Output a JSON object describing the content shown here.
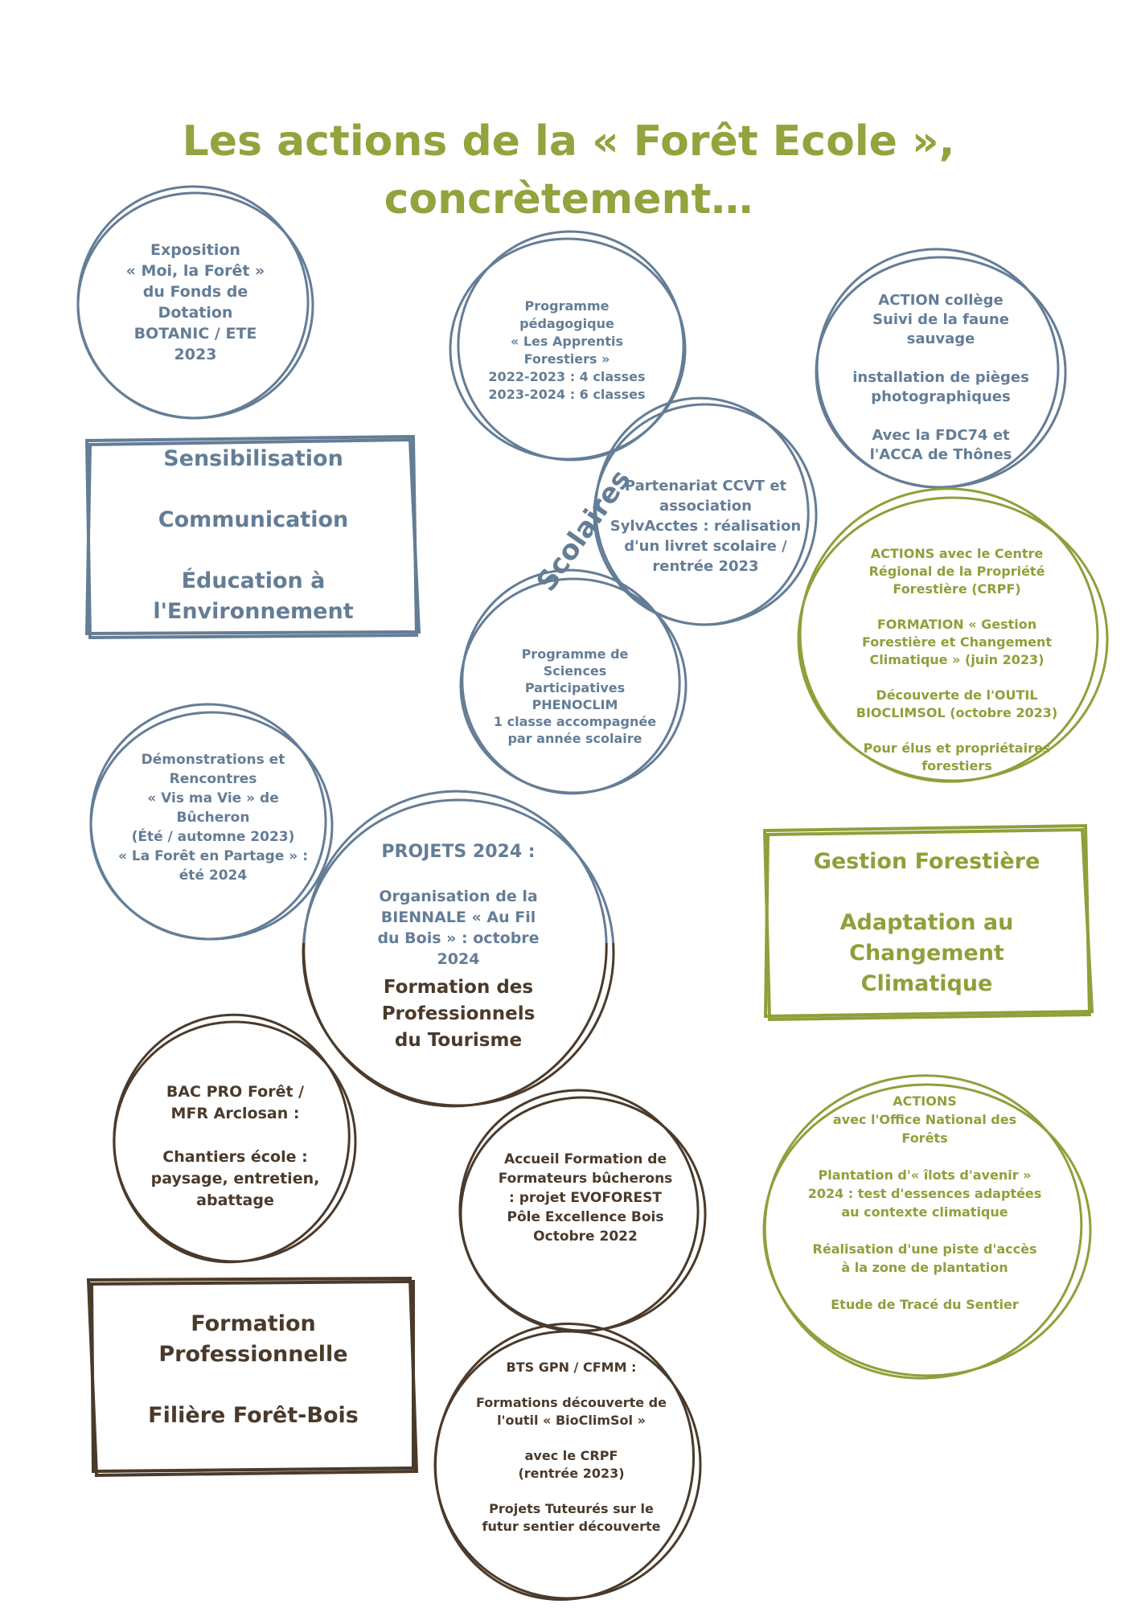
{
  "title": "Les actions de la « Forêt Ecole »,\nconcrètement…",
  "colors": {
    "blue": "#647d96",
    "brown": "#4a3a2b",
    "green": "#8ea03a"
  },
  "scolaires_label": "Scolaires",
  "bubbles": {
    "exposition": "Exposition\n« Moi, la Forêt »\ndu Fonds de\nDotation\nBOTANIC / ETE\n2023",
    "apprentis": "Programme\npédagogique\n« Les Apprentis\nForestiers »\n2022-2023 : 4 classes\n2023-2024 : 6 classes",
    "college": "ACTION collège\nSuivi de la faune\nsauvage\n\ninstallation de pièges\nphotographiques\n\nAvec la FDC74 et\nl'ACCA de Thônes",
    "ccvt": "Partenariat CCVT et\nassociation\nSylvAcctes : réalisation\nd'un livret scolaire /\nrentrée 2023",
    "crpf": "ACTIONS avec le Centre\nRégional de la Propriété\nForestière (CRPF)\n\nFORMATION « Gestion\nForestière et Changement\nClimatique » (juin 2023)\n\nDécouverte de l'OUTIL\nBIOCLIMSOL (octobre 2023)\n\nPour élus et propriétaires\nforestiers",
    "phenoclim": "Programme de\nSciences\nParticipatives\nPHENOCLIM\n1 classe accompagnée\npar année scolaire",
    "demonstrations": "Démonstrations et\nRencontres\n« Vis ma Vie » de\nBûcheron\n(Été / automne 2023)\n« La Forêt en Partage » :\nété 2024",
    "projets_title": "PROJETS 2024 :",
    "projets_biennale": "Organisation de la\nBIENNALE « Au Fil\ndu Bois » : octobre\n2024",
    "projets_tourisme": "Formation des\nProfessionnels\ndu Tourisme",
    "bacpro": "BAC PRO Forêt /\nMFR Arclosan :\n\nChantiers école :\npaysage, entretien,\nabattage",
    "evoforest": "Accueil Formation de\nFormateurs bûcherons\n: projet EVOFOREST\nPôle Excellence Bois\nOctobre 2022",
    "onf": "ACTIONS\navec l'Office National des\nForêts\n\nPlantation d'« îlots d'avenir »\n2024 : test d'essences adaptées\nau contexte climatique\n\nRéalisation d'une piste d'accès\nà la zone de plantation\n\nEtude de Tracé du Sentier",
    "bts": "BTS GPN / CFMM :\n\nFormations découverte de\nl'outil « BioClimSol »\n\navec le CRPF\n(rentrée 2023)\n\nProjets Tuteurés sur le\nfutur sentier découverte"
  },
  "boxes": {
    "sensibilisation": "Sensibilisation\n\nCommunication\n\nÉducation à\nl'Environnement",
    "gestion": "Gestion Forestière\n\nAdaptation au\nChangement\nClimatique",
    "formation": "Formation\nProfessionnelle\n\nFilière Forêt-Bois"
  }
}
